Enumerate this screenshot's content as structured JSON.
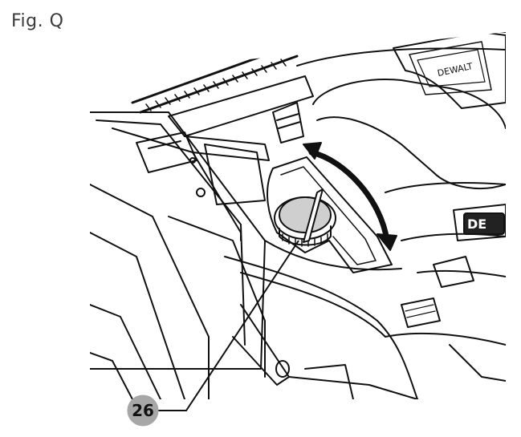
{
  "figure": {
    "label": "Fig. Q"
  },
  "callout": {
    "number": "26"
  },
  "brand_marks": {
    "top_badge": "DEWALT",
    "side_badge": "DE"
  },
  "colors": {
    "line": "#111111",
    "callout_fill": "#a7a7a7",
    "shade": "#cfcfcf",
    "background": "#ffffff"
  },
  "icons": {
    "arrow": "double-curved-arrow-icon",
    "cap": "fuel-cap-icon"
  }
}
